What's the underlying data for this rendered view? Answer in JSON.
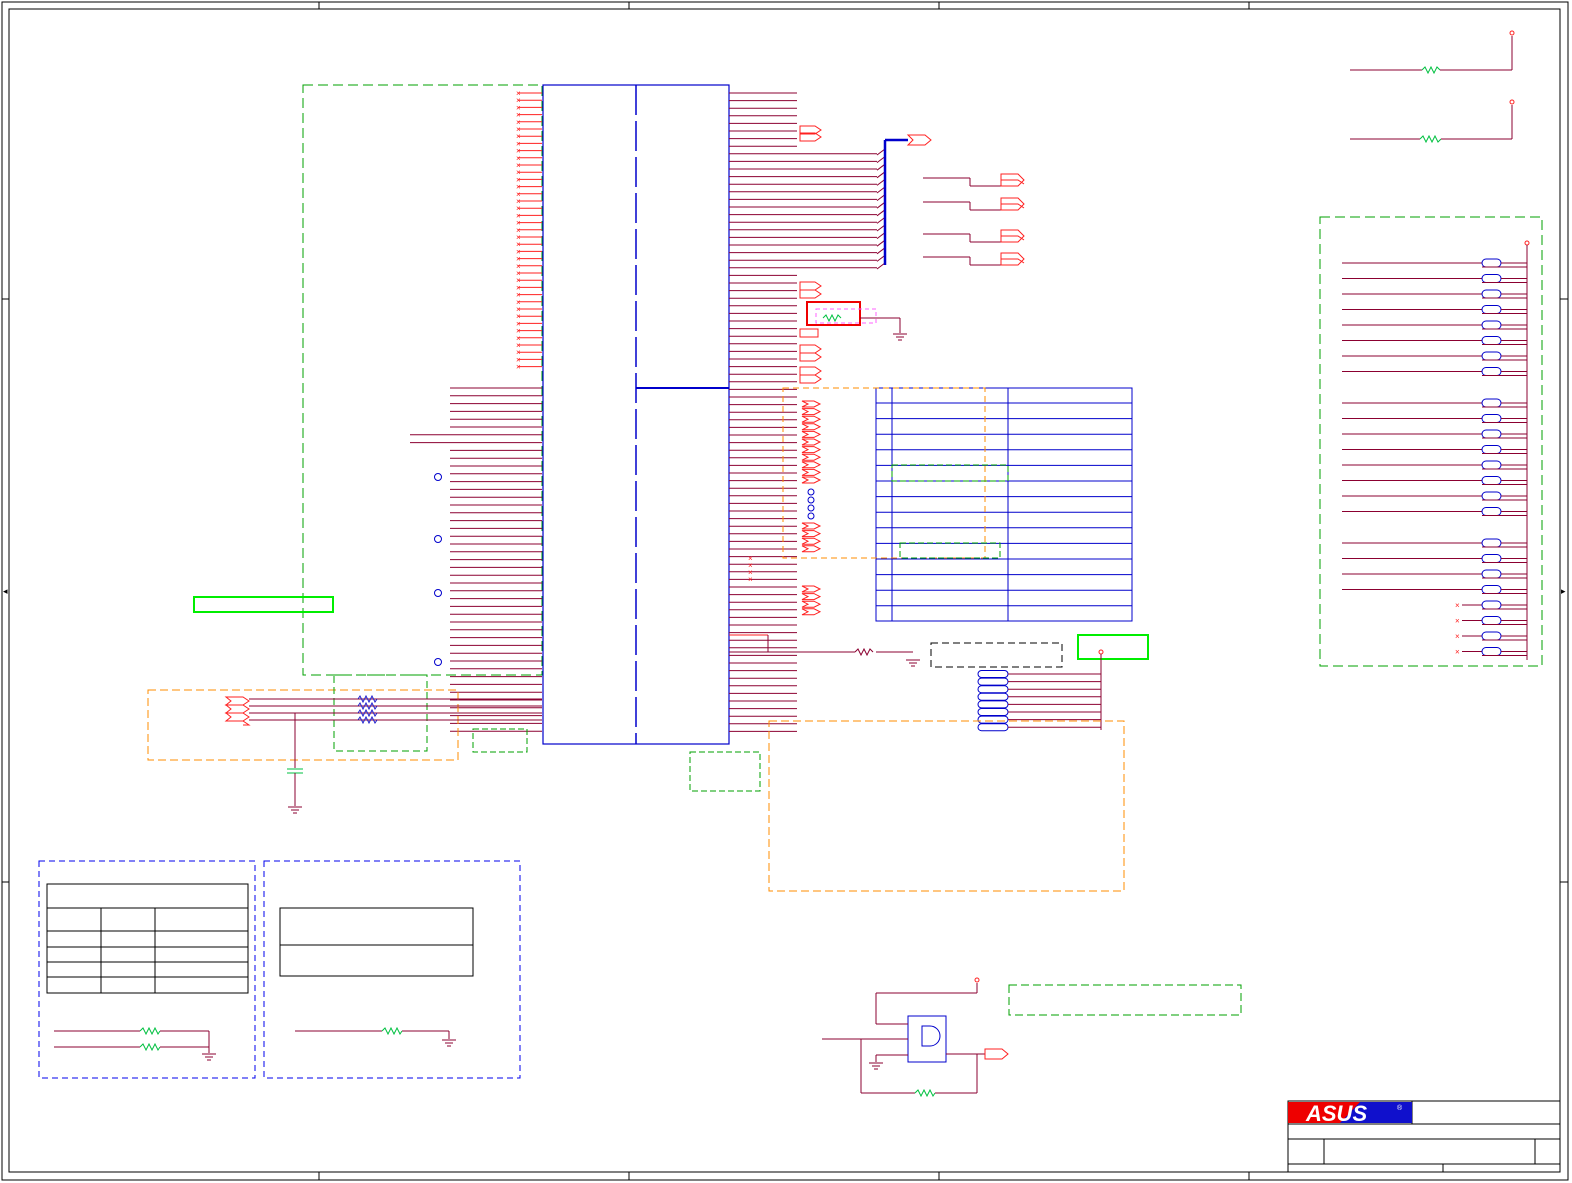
{
  "title_block": {
    "logo_text": "ASUS",
    "registered_mark": "®"
  },
  "colors": {
    "frame": "#000000",
    "component_outline": "#0000cc",
    "net_wire": "#8b0030",
    "pin_stub": "#ff2020",
    "resistor": "#00c040",
    "dashed_group_green": "#00a000",
    "dashed_group_orange": "#ff8c00",
    "dashed_group_blue": "#0000ee",
    "highlight_green": "#00ee00",
    "highlight_red": "#ee0000",
    "logo_red": "#ee0000",
    "logo_blue": "#1010cc"
  },
  "icons": [
    "ground-symbol",
    "resistor-symbol",
    "capacitor-symbol",
    "offpage-connector",
    "no-connect-mark",
    "and-gate",
    "power-pin-circle"
  ]
}
